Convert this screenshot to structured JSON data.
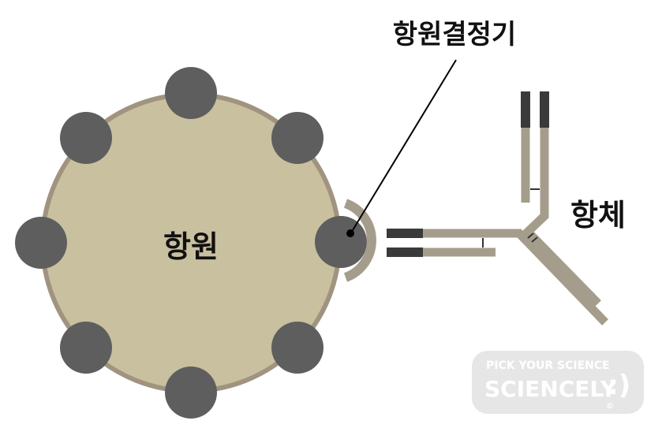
{
  "labels": {
    "antigen": "항원",
    "epitope": "항원결정기",
    "antibody": "항체"
  },
  "watermark": {
    "line1": "PICK YOUR SCIENCE",
    "line2": "SCIENCELY",
    "smile": ":)",
    "copyright": "©"
  },
  "colors": {
    "antigen_body": "#c9c0a0",
    "antigen_outline": "#a09480",
    "epitope_knob": "#5e5e5e",
    "antibody_chain": "#a59d8c",
    "antibody_variable": "#3a3a3a",
    "watermark_bg": "#e6e6e6"
  }
}
